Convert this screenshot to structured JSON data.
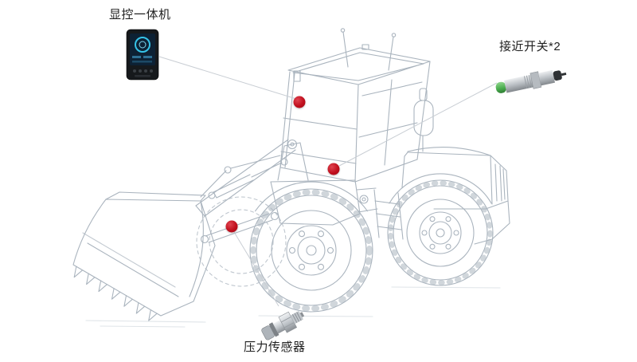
{
  "page": {
    "background": "#ffffff"
  },
  "illustration": {
    "subject": "wheel-loader-line-art"
  },
  "callouts": {
    "display_unit": {
      "label": "显控一体机"
    },
    "proximity_switch": {
      "label": "接近开关*2"
    },
    "pressure_sensor": {
      "label": "压力传感器"
    }
  },
  "colors": {
    "wireframe_line": "#aab4be",
    "leader_line": "#c9ced4",
    "marker_red": "#c00f1d",
    "proximity_tip_green": "#4caf50",
    "display_screen_navy": "#0d2134",
    "display_screen_accent": "#35c3e8",
    "label_text": "#1f1f1f"
  }
}
